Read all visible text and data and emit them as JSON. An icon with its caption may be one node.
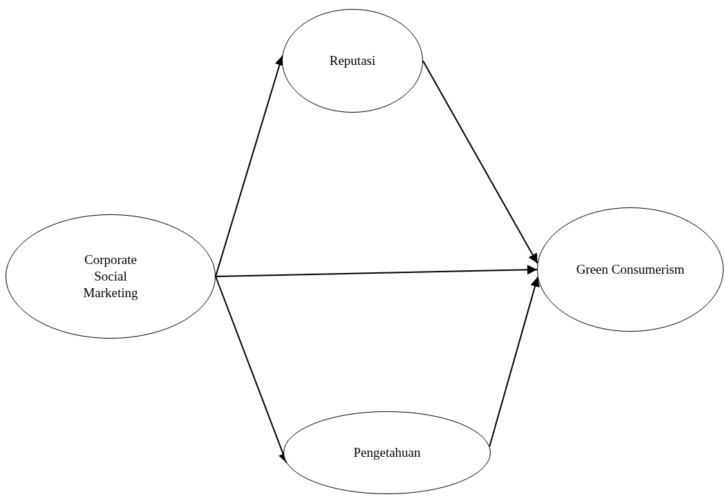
{
  "diagram": {
    "nodes": [
      {
        "text": [
          "Reputasi"
        ]
      },
      {
        "text": [
          "Corporate Social Marketing"
        ]
      },
      {
        "text": [
          "Green Consumerism"
        ]
      },
      {
        "text": [
          "Pengetahuan"
        ]
      }
    ],
    "edges": [
      {
        "from": 1,
        "to": 0,
        "arrow": "to"
      },
      {
        "from": 1,
        "to": 2,
        "arrow": "to"
      },
      {
        "from": 1,
        "to": 3,
        "arrow": "to"
      },
      {
        "from": 0,
        "to": 2,
        "arrow": "to"
      },
      {
        "from": 3,
        "to": 2,
        "arrow": "to"
      }
    ]
  }
}
